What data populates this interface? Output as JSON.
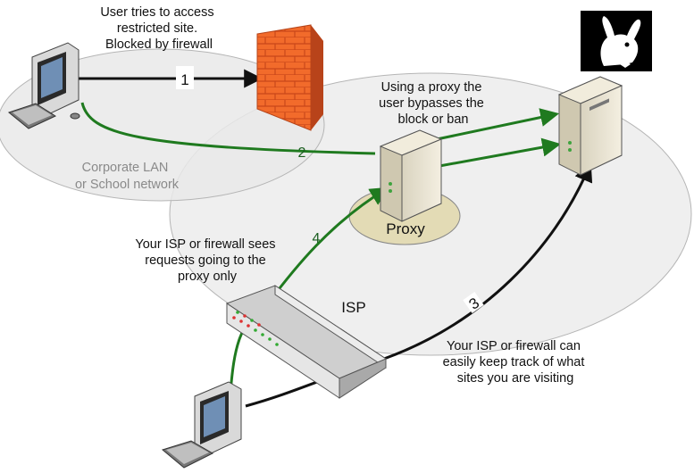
{
  "labels": {
    "step1_text": [
      "User tries to access",
      "restricted site.",
      "Blocked by firewall"
    ],
    "proxy_text": [
      "Using a proxy the",
      "user bypasses the",
      "block or ban"
    ],
    "lan_text": [
      "Corporate LAN",
      "or School network"
    ],
    "isp_sees_text": [
      "Your ISP or firewall sees",
      "requests going to the",
      "proxy only"
    ],
    "isp_track_text": [
      "Your ISP or firewall can",
      "easily keep track of what",
      "sites you are visiting"
    ],
    "proxy_label": "Proxy",
    "isp_label": "ISP"
  },
  "steps": {
    "one": "1",
    "two": "2",
    "three": "3",
    "four": "4"
  },
  "colors": {
    "green_path": "#1f7a1f",
    "black_path": "#111111",
    "firewall": "#f06a2a",
    "network_fill": "#eeeeee"
  },
  "icons": {
    "site_logo": "bunny-logo-icon",
    "firewall": "brick-wall-icon",
    "computer": "desktop-computer-icon",
    "server": "server-tower-icon",
    "isp_device": "network-switch-icon"
  }
}
